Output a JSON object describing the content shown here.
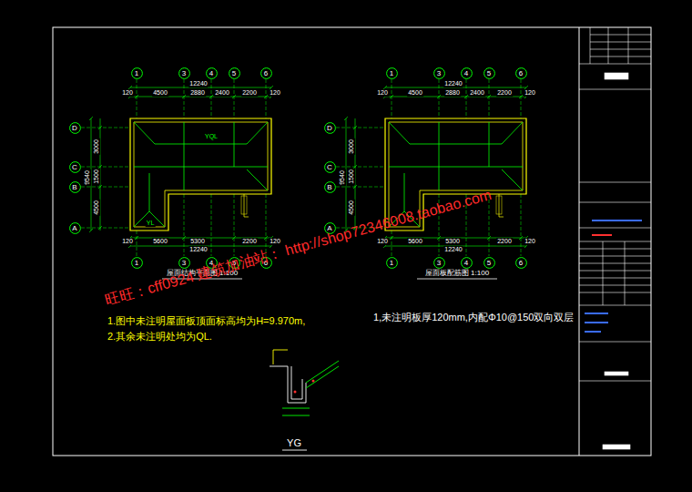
{
  "diagram": {
    "nodes": [
      {
        "text": [
          "1"
        ]
      },
      {
        "text": [
          "3"
        ]
      },
      {
        "text": [
          "4"
        ]
      },
      {
        "text": [
          "5"
        ]
      },
      {
        "text": [
          "6"
        ]
      },
      {
        "text": [
          "D"
        ]
      },
      {
        "text": [
          "C"
        ]
      },
      {
        "text": [
          "B"
        ]
      },
      {
        "text": [
          "A"
        ]
      },
      {
        "text": [
          "1"
        ]
      },
      {
        "text": [
          "3"
        ]
      },
      {
        "text": [
          "4"
        ]
      },
      {
        "text": [
          "5"
        ]
      },
      {
        "text": [
          "6"
        ]
      },
      {
        "text": [
          "1"
        ]
      },
      {
        "text": [
          "3"
        ]
      },
      {
        "text": [
          "4"
        ]
      },
      {
        "text": [
          "5"
        ]
      },
      {
        "text": [
          "6"
        ]
      },
      {
        "text": [
          "D"
        ]
      },
      {
        "text": [
          "C"
        ]
      },
      {
        "text": [
          "B"
        ]
      },
      {
        "text": [
          "A"
        ]
      },
      {
        "text": [
          "1"
        ]
      },
      {
        "text": [
          "3"
        ]
      },
      {
        "text": [
          "4"
        ]
      },
      {
        "text": [
          "5"
        ]
      },
      {
        "text": [
          "6"
        ]
      }
    ],
    "labels": [
      "12240",
      "120",
      "4500",
      "2880",
      "2400",
      "2200",
      "120",
      "120",
      "5600",
      "5300",
      "2200",
      "120",
      "12240",
      "3000",
      "1500",
      "4500",
      "9540",
      "YQL",
      "YL",
      "屋面结构平面图 1:100",
      "1.图中未注明屋面板顶面标高均为H=9.970m,",
      "2.其余未注明处均为QL.",
      "12240",
      "120",
      "4500",
      "2880",
      "2400",
      "2200",
      "120",
      "120",
      "5600",
      "5300",
      "2200",
      "120",
      "12240",
      "3000",
      "1500",
      "4500",
      "9540",
      "屋面板配筋图 1:100",
      "1,未注明板厚120mm,内配Φ10@150双向双层",
      "YG",
      "旺旺：cff0924  建筑加油站：  http://shop72346008.taobao.com"
    ]
  }
}
